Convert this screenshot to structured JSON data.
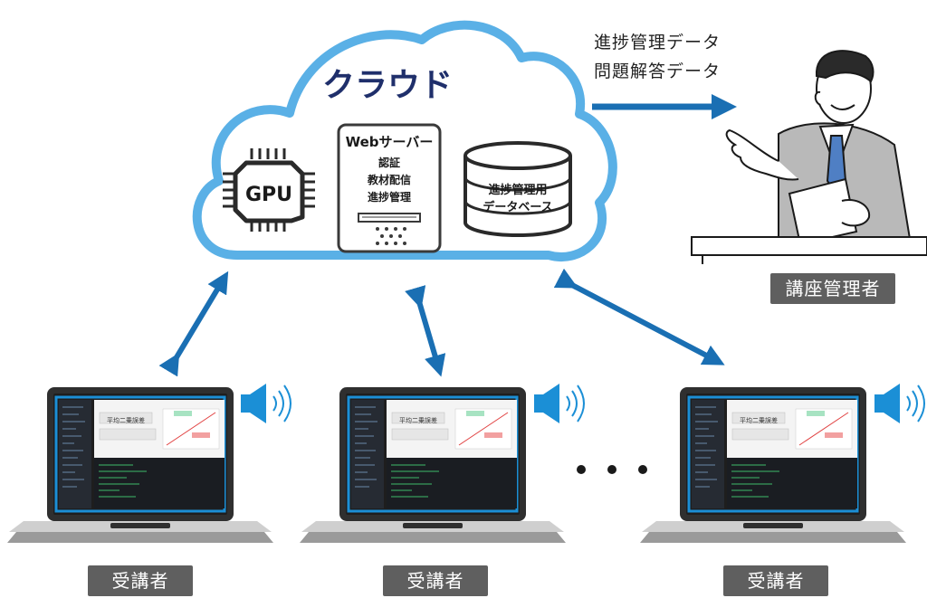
{
  "cloud": {
    "title": "クラウド",
    "gpu_label": "GPU",
    "server": {
      "title": "Webサーバー",
      "functions": [
        "認証",
        "教材配信",
        "進捗管理"
      ]
    },
    "database": {
      "line1": "進捗管理用",
      "line2": "データベース"
    }
  },
  "flow": {
    "line1": "進捗管理データ",
    "line2": "問題解答データ"
  },
  "admin": {
    "label": "講座管理者"
  },
  "learners": [
    {
      "label": "受講者"
    },
    {
      "label": "受講者"
    },
    {
      "label": "受講者"
    }
  ],
  "screen": {
    "header": "平均二乗誤差"
  },
  "colors": {
    "cloud_stroke": "#5ab0e6",
    "arrow": "#1a6fb3",
    "title": "#1f2f6b",
    "label_bg": "#5f5f5f",
    "speaker": "#1b8fd6"
  },
  "icons": [
    "gpu-chip-icon",
    "server-icon",
    "database-icon",
    "speaker-icon",
    "laptop-icon",
    "presenter-illustration"
  ]
}
